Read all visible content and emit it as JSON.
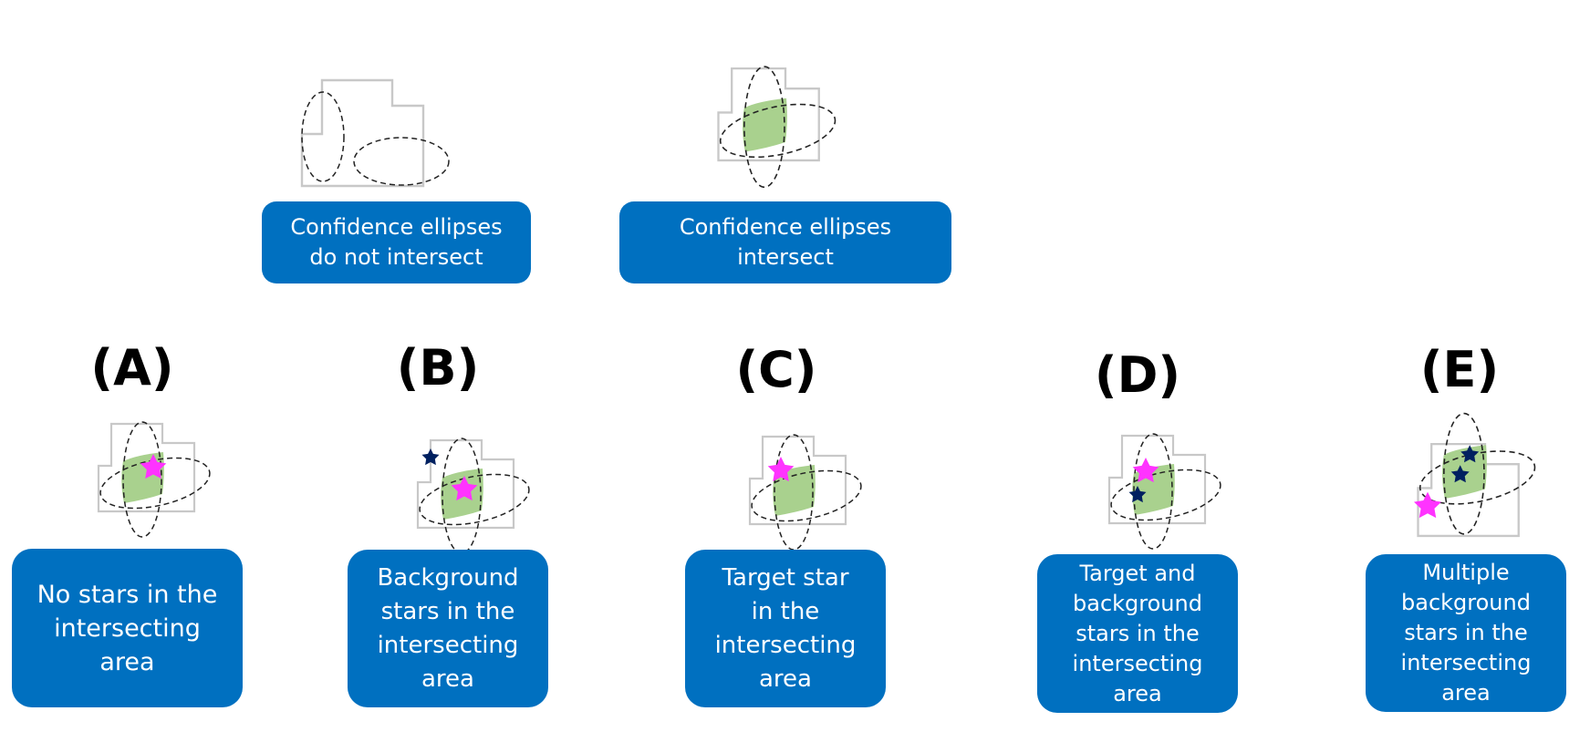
{
  "colors": {
    "box_fill": "#0070c0",
    "box_text": "#ffffff",
    "outline": "#c8c8c8",
    "intersection": "#a9d18e",
    "target_star": "#ff33ff",
    "background_star": "#002060"
  },
  "top": {
    "no_intersect": {
      "text": "Confidence ellipses\ndo not intersect"
    },
    "intersect": {
      "text": "Confidence ellipses\nintersect"
    }
  },
  "cases": [
    {
      "label": "(A)",
      "text": "No stars in the\nintersecting\narea",
      "stars": {
        "target": 1,
        "background": 0
      }
    },
    {
      "label": "(B)",
      "text": "Background\nstars in the\nintersecting\narea",
      "stars": {
        "target": 1,
        "background": 1
      }
    },
    {
      "label": "(C)",
      "text": "Target star\nin the\nintersecting\narea",
      "stars": {
        "target": 1,
        "background": 0
      }
    },
    {
      "label": "(D)",
      "text": "Target and\nbackground\nstars in the\nintersecting\narea",
      "stars": {
        "target": 1,
        "background": 1
      }
    },
    {
      "label": "(E)",
      "text": "Multiple\nbackground\nstars in the\nintersecting\narea",
      "stars": {
        "target": 1,
        "background": 2
      }
    }
  ]
}
